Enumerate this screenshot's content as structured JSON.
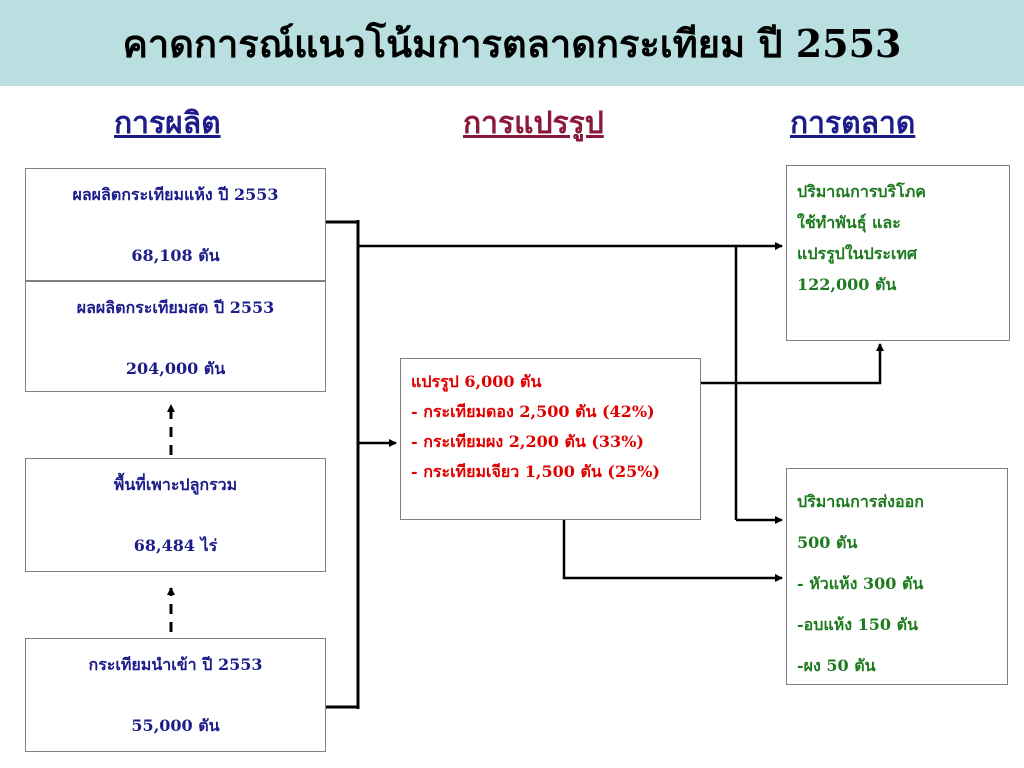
{
  "title": "คาดการณ์แนวโน้มการตลาดกระเทียม ปี 2553",
  "columns": {
    "production": "การผลิต",
    "processing": "การแปรรูป",
    "marketing": "การตลาด"
  },
  "production_boxes": {
    "dry": {
      "label": "ผลผลิตกระเทียมแห้ง ปี 2553",
      "value": "68,108  ตัน"
    },
    "fresh": {
      "label": "ผลผลิตกระเทียมสด ปี 2553",
      "value": "204,000  ตัน"
    },
    "area": {
      "label": "พื้นที่เพาะปลูกรวม",
      "value": "68,484  ไร่"
    },
    "import": {
      "label": "กระเทียมนำเข้า ปี 2553",
      "value": "55,000  ตัน"
    }
  },
  "processing_box": {
    "lines": [
      "แปรรูป 6,000 ตัน",
      "- กระเทียมดอง 2,500 ตัน (42%)",
      "- กระเทียมผง 2,200 ตัน (33%)",
      "- กระเทียมเจียว 1,500 ตัน (25%)"
    ]
  },
  "consumption_box": {
    "lines": [
      "ปริมาณการบริโภค",
      "ใช้ทำพันธุ์  และ",
      "แปรรูปในประเทศ",
      "122,000 ตัน"
    ]
  },
  "export_box": {
    "lines": [
      "ปริมาณการส่งออก",
      "500 ตัน",
      "- หัวแห้ง 300 ตัน",
      "-อบแห้ง  150 ตัน",
      "-ผง 50 ตัน"
    ]
  },
  "colors": {
    "title_bg": "#b9dfe0",
    "production_heading": "#1c1c8a",
    "processing_heading": "#8b1a3a",
    "marketing_heading": "#1c1c8a",
    "production_text": "#1c1c8a",
    "processing_text": "#e00000",
    "marketing_text": "#1e7a1e"
  }
}
